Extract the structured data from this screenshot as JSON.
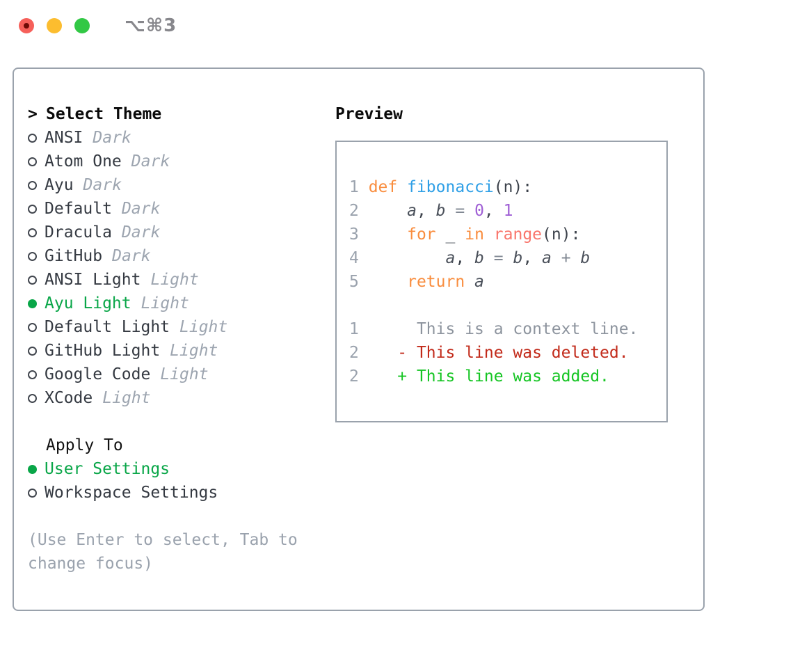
{
  "window": {
    "title": "⌥⌘3",
    "traffic_lights": [
      "close",
      "minimize",
      "zoom"
    ]
  },
  "theme_panel": {
    "header_marker": ">",
    "header": "Select Theme",
    "themes": [
      {
        "name": "ANSI",
        "variant": "Dark",
        "selected": false
      },
      {
        "name": "Atom One",
        "variant": "Dark",
        "selected": false
      },
      {
        "name": "Ayu",
        "variant": "Dark",
        "selected": false
      },
      {
        "name": "Default",
        "variant": "Dark",
        "selected": false
      },
      {
        "name": "Dracula",
        "variant": "Dark",
        "selected": false
      },
      {
        "name": "GitHub",
        "variant": "Dark",
        "selected": false
      },
      {
        "name": "ANSI Light",
        "variant": "Light",
        "selected": false
      },
      {
        "name": "Ayu Light",
        "variant": "Light",
        "selected": true
      },
      {
        "name": "Default Light",
        "variant": "Light",
        "selected": false
      },
      {
        "name": "GitHub Light",
        "variant": "Light",
        "selected": false
      },
      {
        "name": "Google Code",
        "variant": "Light",
        "selected": false
      },
      {
        "name": "XCode",
        "variant": "Light",
        "selected": false
      }
    ],
    "apply_to": {
      "header": "Apply To",
      "options": [
        {
          "label": "User Settings",
          "selected": true
        },
        {
          "label": "Workspace Settings",
          "selected": false
        }
      ]
    },
    "hint": "(Use Enter to select, Tab to change focus)"
  },
  "preview": {
    "header": "Preview",
    "lines": [
      {
        "tokens": [
          {
            "c": "lnum",
            "t": "1 "
          },
          {
            "c": "kw",
            "t": "def"
          },
          {
            "c": "pl",
            "t": " "
          },
          {
            "c": "fn",
            "t": "fibonacci"
          },
          {
            "c": "pl",
            "t": "(n):"
          }
        ]
      },
      {
        "tokens": [
          {
            "c": "lnum",
            "t": "2 "
          },
          {
            "c": "pl",
            "t": "    "
          },
          {
            "c": "var",
            "t": "a"
          },
          {
            "c": "pl",
            "t": ", "
          },
          {
            "c": "var",
            "t": "b"
          },
          {
            "c": "op",
            "t": " = "
          },
          {
            "c": "num",
            "t": "0"
          },
          {
            "c": "pl",
            "t": ", "
          },
          {
            "c": "num",
            "t": "1"
          }
        ]
      },
      {
        "tokens": [
          {
            "c": "lnum",
            "t": "3 "
          },
          {
            "c": "pl",
            "t": "    "
          },
          {
            "c": "kw",
            "t": "for"
          },
          {
            "c": "pl",
            "t": " "
          },
          {
            "c": "var",
            "t": "_"
          },
          {
            "c": "pl",
            "t": " "
          },
          {
            "c": "kw",
            "t": "in"
          },
          {
            "c": "pl",
            "t": " "
          },
          {
            "c": "bi",
            "t": "range"
          },
          {
            "c": "pl",
            "t": "(n):"
          }
        ]
      },
      {
        "tokens": [
          {
            "c": "lnum",
            "t": "4 "
          },
          {
            "c": "pl",
            "t": "        "
          },
          {
            "c": "var",
            "t": "a"
          },
          {
            "c": "pl",
            "t": ", "
          },
          {
            "c": "var",
            "t": "b"
          },
          {
            "c": "op",
            "t": " = "
          },
          {
            "c": "var",
            "t": "b"
          },
          {
            "c": "pl",
            "t": ", "
          },
          {
            "c": "var",
            "t": "a"
          },
          {
            "c": "op",
            "t": " + "
          },
          {
            "c": "var",
            "t": "b"
          }
        ]
      },
      {
        "tokens": [
          {
            "c": "lnum",
            "t": "5 "
          },
          {
            "c": "pl",
            "t": "    "
          },
          {
            "c": "kw",
            "t": "return"
          },
          {
            "c": "pl",
            "t": " "
          },
          {
            "c": "var",
            "t": "a"
          }
        ]
      },
      {
        "tokens": []
      },
      {
        "tokens": [
          {
            "c": "lnum",
            "t": "1"
          },
          {
            "c": "ctx",
            "t": "      This is a context line."
          }
        ]
      },
      {
        "tokens": [
          {
            "c": "lnum",
            "t": "2"
          },
          {
            "c": "pl",
            "t": "    "
          },
          {
            "c": "del",
            "t": "- This line was deleted."
          }
        ]
      },
      {
        "tokens": [
          {
            "c": "lnum",
            "t": "2"
          },
          {
            "c": "pl",
            "t": "    "
          },
          {
            "c": "add",
            "t": "+ This line was added."
          }
        ]
      }
    ]
  },
  "colors": {
    "frame_border": "#9aa2ac",
    "selected_green": "#09a648",
    "added_green": "#15c523",
    "deleted_red": "#c22a1a",
    "keyword_orange": "#f98d3e",
    "function_blue": "#2e9fe6",
    "builtin_coral": "#f9756b",
    "number_purple": "#9f5fd5",
    "muted_gray": "#9aa2ad",
    "traffic_red": "#f6605a",
    "traffic_yellow": "#fcbd2f",
    "traffic_green": "#32c845"
  }
}
